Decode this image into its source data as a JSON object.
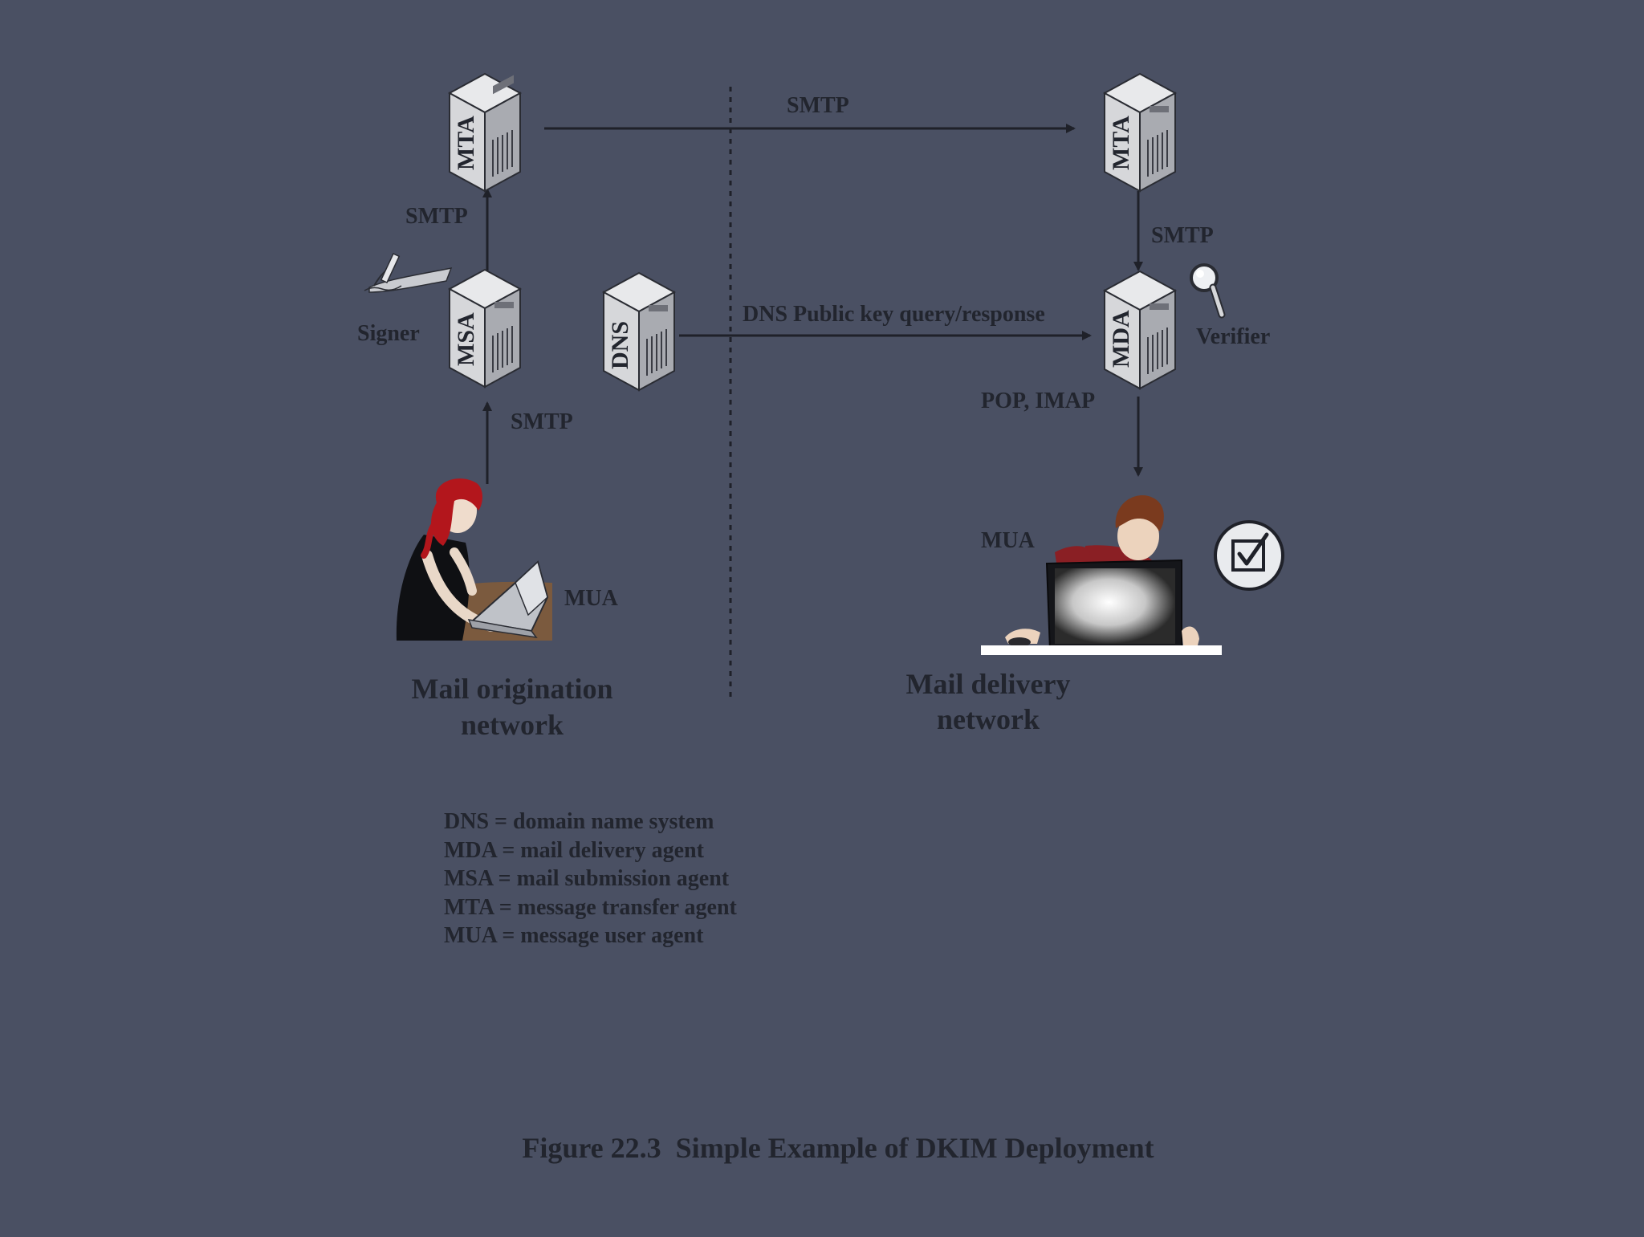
{
  "colors": {
    "background": "#4a5063",
    "text": "#22252e",
    "arrow": "#1f2129",
    "server_front": "#d6d7da",
    "server_side": "#a9abb1",
    "server_top": "#e8e9eb"
  },
  "servers": {
    "msa": "MSA",
    "mta_origin": "MTA",
    "dns": "DNS",
    "mta_delivery": "MTA",
    "mda": "MDA"
  },
  "labels": {
    "smtp_top": "SMTP",
    "smtp_msa_mta": "SMTP",
    "smtp_mua_msa": "SMTP",
    "smtp_mta_mda": "SMTP",
    "dns_query": "DNS Public key query/response",
    "pop_imap": "POP, IMAP",
    "signer": "Signer",
    "verifier": "Verifier",
    "mua_origin": "MUA",
    "mua_delivery": "MUA"
  },
  "networks": {
    "origin_line1": "Mail origination",
    "origin_line2": "network",
    "delivery_line1": "Mail delivery",
    "delivery_line2": "network"
  },
  "legend": [
    "DNS = domain name system",
    "MDA = mail delivery agent",
    "MSA = mail submission agent",
    "MTA = message transfer agent",
    "MUA = message user agent"
  ],
  "caption": "Figure 22.3  Simple Example of DKIM Deployment",
  "icons": {
    "signer": "pen-signing-icon",
    "verifier": "magnifying-glass-icon",
    "checkmark": "checkbox-check-icon",
    "user_origin": "woman-with-laptop-icon",
    "user_delivery": "man-at-computer-icon"
  }
}
